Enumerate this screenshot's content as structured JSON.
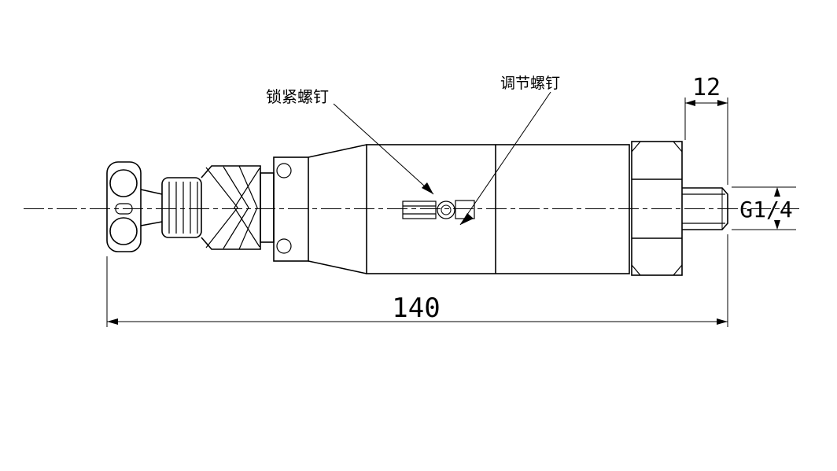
{
  "labels": {
    "lock_screw": "锁紧螺钉",
    "adjust_screw": "调节螺钉"
  },
  "dimensions": {
    "stub_length": "12",
    "thread_spec": "G1/4",
    "overall_length": "140"
  },
  "colors": {
    "line": "#000000",
    "background": "#ffffff"
  }
}
